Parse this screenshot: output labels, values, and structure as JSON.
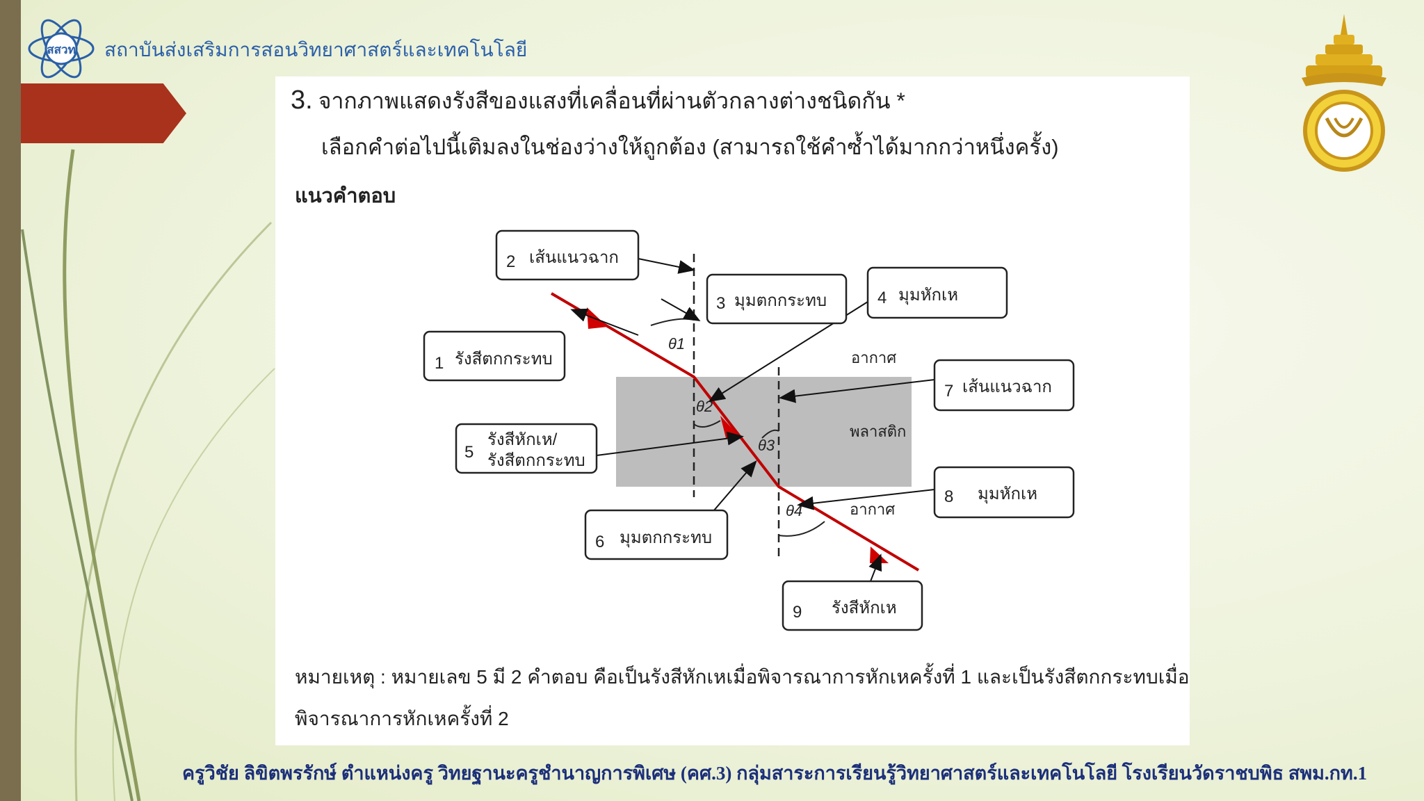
{
  "header": {
    "org_logo_text": "สสวท",
    "org_name": "สถาบันส่งเสริมการสอนวิทยาศาสตร์และเทคโนโลยี"
  },
  "question": {
    "number": "3.",
    "title": "จากภาพแสดงรังสีของแสงที่เคลื่อนที่ผ่านตัวกลางต่างชนิดกัน *",
    "instruction": "เลือกคำต่อไปนี้เติมลงในช่องว่างให้ถูกต้อง (สามารถใช้คำซ้ำได้มากกว่าหนึ่งครั้ง)",
    "answer_label": "แนวคำตอบ"
  },
  "diagram": {
    "boxes": [
      {
        "num": "1",
        "text": "รังสีตกกระทบ"
      },
      {
        "num": "2",
        "text": "เส้นแนวฉาก"
      },
      {
        "num": "3",
        "text": "มุมตกกระทบ"
      },
      {
        "num": "4",
        "text": "มุมหักเห"
      },
      {
        "num": "5",
        "text": "รังสีหักเห/",
        "text2": "รังสีตกกระทบ"
      },
      {
        "num": "6",
        "text": "มุมตกกระทบ"
      },
      {
        "num": "7",
        "text": "เส้นแนวฉาก"
      },
      {
        "num": "8",
        "text": "มุมหักเห"
      },
      {
        "num": "9",
        "text": "รังสีหักเห"
      }
    ],
    "medium_air_top": "อากาศ",
    "medium_plastic": "พลาสติก",
    "medium_air_bottom": "อากาศ",
    "angles": [
      "θ1",
      "θ2",
      "θ3",
      "θ4"
    ],
    "ray_color": "#c00000",
    "block_color": "#bdbdbd"
  },
  "note": {
    "line1": "หมายเหตุ : หมายเลข 5 มี 2 คำตอบ คือเป็นรังสีหักเหเมื่อพิจารณาการหักเหครั้งที่ 1 และเป็นรังสีตกกระทบเมื่อ",
    "line2": "พิจารณาการหักเหครั้งที่ 2"
  },
  "footer": {
    "text": "ครูวิชัย ลิขิตพรรักษ์ ตำแหน่งครู วิทยฐานะครูชำนาญการพิเศษ (คศ.3) กลุ่มสาระการเรียนรู้วิทยาศาสตร์และเทคโนโลยี  โรงเรียนวัดราชบพิธ สพม.กท.1"
  },
  "colors": {
    "accent_red": "#a8321c",
    "left_bar": "#7a6e4f",
    "header_blue": "#2a5fa8",
    "footer_blue": "#1b2f7a"
  }
}
